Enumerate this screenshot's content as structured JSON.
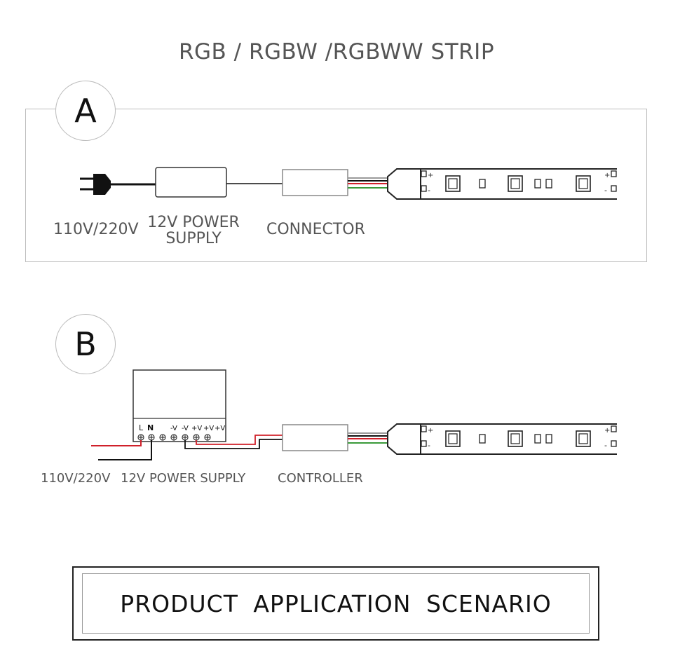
{
  "title": "RGB / RGBW /RGBWW STRIP",
  "panel_a": {
    "badge": "A",
    "labels": {
      "mains": "110V/220V",
      "psu_line1": "12V POWER",
      "psu_line2": "SUPPLY",
      "connector": "CONNECTOR"
    }
  },
  "panel_b": {
    "badge": "B",
    "terminals": [
      "L",
      "N",
      "-V",
      "-V",
      "+V",
      "+V",
      "+V"
    ],
    "labels": {
      "mains": "110V/220V",
      "psu": "12V POWER SUPPLY",
      "controller": "CONTROLLER"
    }
  },
  "strip_marks": {
    "plus": "+",
    "minus": "-"
  },
  "footer": "PRODUCT  APPLICATION  SCENARIO",
  "colors": {
    "wire_black": "#111111",
    "wire_red": "#d0202a",
    "wire_green": "#3a9a3a",
    "wire_gray": "#9a9a9a"
  }
}
